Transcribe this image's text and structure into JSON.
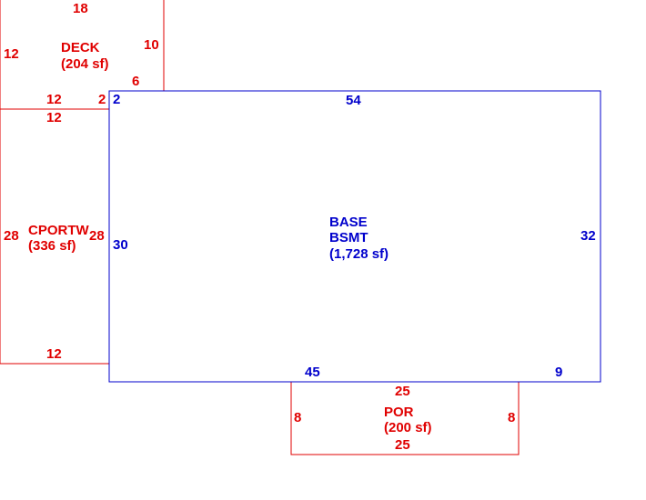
{
  "colors": {
    "red": "#e00000",
    "blue": "#0000cc"
  },
  "areas": {
    "deck": {
      "name": "DECK",
      "area": "(204 sf)",
      "dims": {
        "top": "18",
        "left": "12",
        "right_upper": "10",
        "right_lower": "6",
        "bottom": "12",
        "step": "2"
      }
    },
    "carport": {
      "name": "CPORTW",
      "area": "(336 sf)",
      "dims": {
        "top": "12",
        "left": "28",
        "right": "28",
        "bottom": "12"
      }
    },
    "base": {
      "name": "BASE",
      "sub": "BSMT",
      "area": "(1,728 sf)",
      "dims": {
        "top": "54",
        "left_corner": "2",
        "left": "30",
        "right": "32",
        "bottom": "45",
        "bottom_right": "9"
      }
    },
    "porch": {
      "name": "POR",
      "area": "(200 sf)",
      "dims": {
        "top": "25",
        "left": "8",
        "right": "8",
        "bottom": "25"
      }
    }
  }
}
